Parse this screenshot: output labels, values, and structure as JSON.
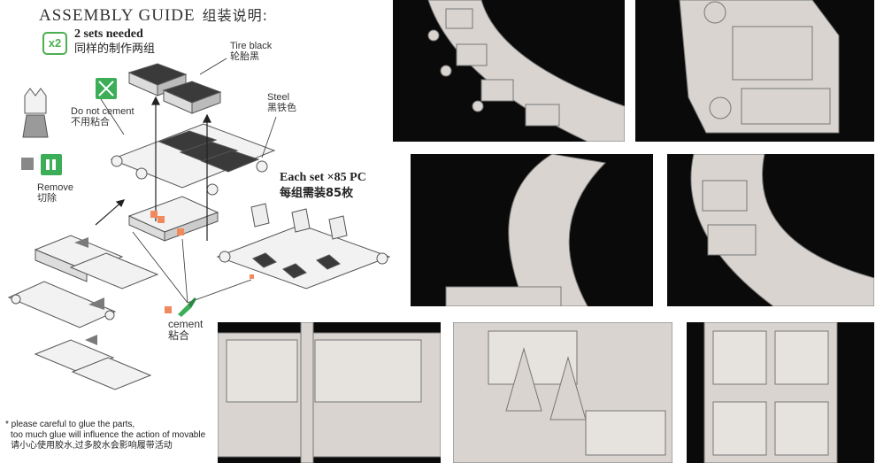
{
  "guide": {
    "title": "ASSEMBLY GUIDE",
    "title_cn": "组装说明:",
    "sets_badge": "x2",
    "sets_needed": "2 sets needed",
    "sets_needed_cn": "同样的制作两组"
  },
  "legend": {
    "tire_black": "Tire black",
    "tire_black_cn": "轮胎黑",
    "steel": "Steel",
    "steel_cn": "黑铁色",
    "do_not_cement": "Do not cement",
    "do_not_cement_cn": "不用粘合",
    "remove": "Remove",
    "remove_cn": "切除",
    "cement": "cement",
    "cement_cn": "粘合"
  },
  "each_set": {
    "label": "Each set  ×85 PC",
    "label_cn": "每组需装85枚"
  },
  "note": {
    "line1": "* please careful to glue the parts,",
    "line2": "too much glue will influence the action of movable",
    "line3": "请小心使用胶水,过多胶水会影响履带活动"
  },
  "colors": {
    "green_icon": "#3cae57",
    "remove_gray": "#888888",
    "cement_orange": "#f08a5d",
    "photo_bg": "#0a0a0a",
    "track_part": "#d9d4d0"
  }
}
